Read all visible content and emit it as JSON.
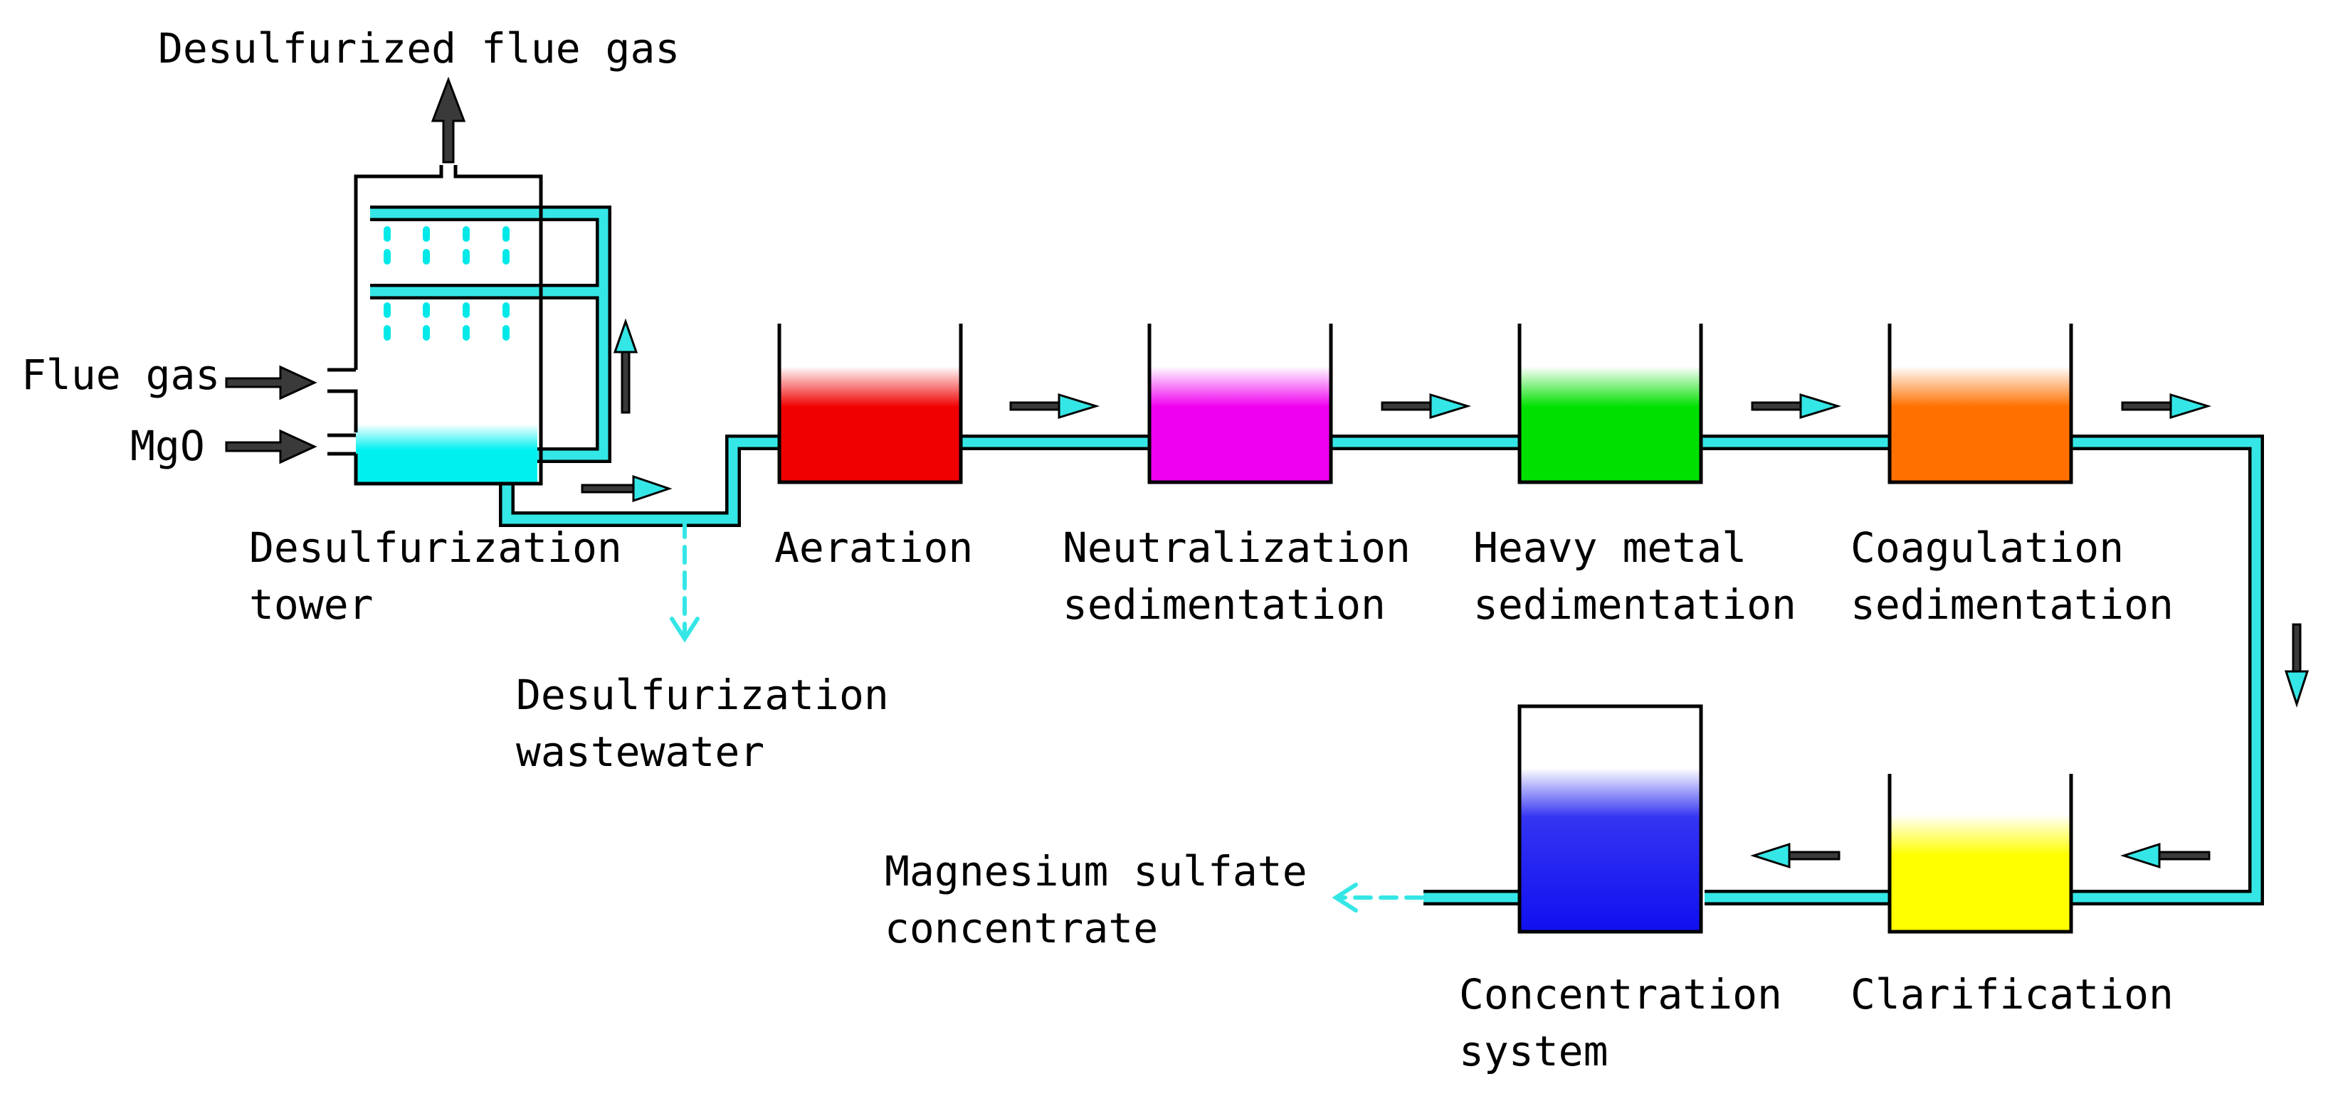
{
  "labels": {
    "desulfurized_flue_gas": "Desulfurized flue gas",
    "flue_gas": "Flue gas",
    "mgo": "MgO",
    "tower_line1": "Desulfurization",
    "tower_line2": "tower",
    "wastewater_line1": "Desulfurization",
    "wastewater_line2": "wastewater",
    "aeration": "Aeration",
    "neutralization_line1": "Neutralization",
    "neutralization_line2": "sedimentation",
    "heavy_metal_line1": "Heavy metal",
    "heavy_metal_line2": "sedimentation",
    "coagulation_line1": "Coagulation",
    "coagulation_line2": "sedimentation",
    "clarification": "Clarification",
    "concentration_line1": "Concentration",
    "concentration_line2": "system",
    "product_line1": "Magnesium sulfate",
    "product_line2": "concentrate"
  },
  "colors": {
    "pipe_fill": "#35e6e6",
    "pipe_outline": "#000000",
    "arrow_dark": "#3a3a3a",
    "arrow_cyan": "#35e6e6",
    "tower_liquid": "#00f0f0",
    "aeration": "#f00000",
    "neutralization": "#f000f0",
    "heavy_metal": "#00e000",
    "coagulation": "#ff7000",
    "clarification": "#ffff00",
    "concentration": "#1010f0"
  }
}
